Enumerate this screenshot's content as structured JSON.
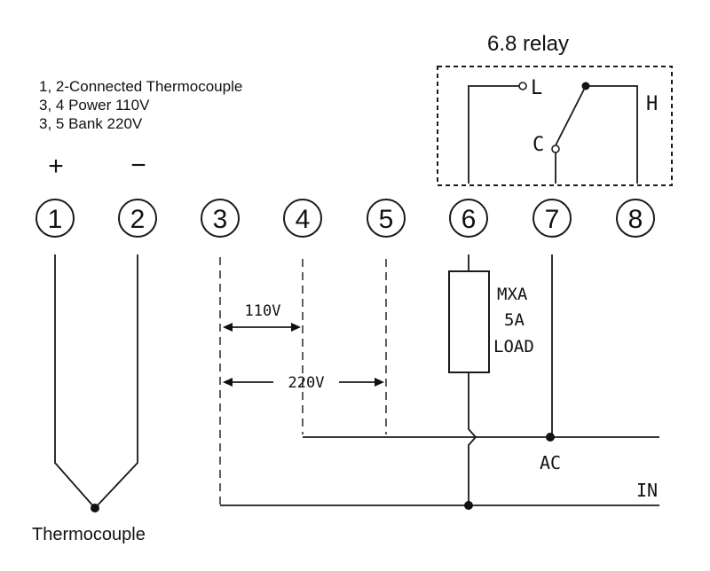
{
  "relay": {
    "title": "6.8 relay",
    "label_l": "L",
    "label_h": "H",
    "label_c": "C"
  },
  "notes": [
    "1, 2-Connected Thermocouple",
    "3, 4 Power 110V",
    "3, 5 Bank 220V"
  ],
  "polarity": {
    "plus": "+",
    "minus": "−"
  },
  "terminals": [
    "1",
    "2",
    "3",
    "4",
    "5",
    "6",
    "7",
    "8"
  ],
  "voltages": {
    "v110": "110V",
    "v220": "220V"
  },
  "load": {
    "line1": "MXA",
    "line2": "5A",
    "line3": "LOAD"
  },
  "lines": {
    "ac": "AC",
    "in": "IN"
  },
  "thermocouple_label": "Thermocouple",
  "colors": {
    "ink": "#111111",
    "background": "#ffffff"
  }
}
